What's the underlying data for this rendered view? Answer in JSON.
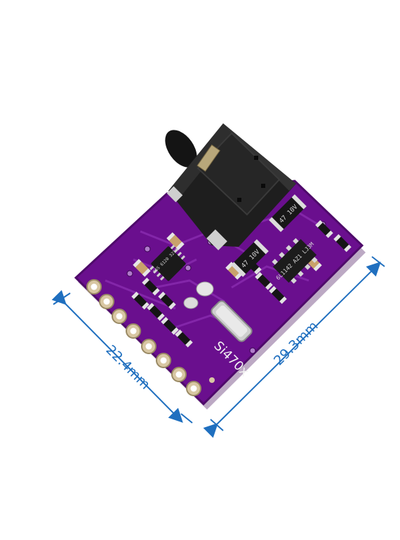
{
  "dimensions": {
    "width_label": "22.4mm",
    "length_label": "29.3mm"
  },
  "board": {
    "silkscreen_label": "Si470x",
    "capacitor_top_label": "47 10V",
    "capacitor_mid_label": "47 10V",
    "regulator_marking": "6L1142 AZ1 LJ3M",
    "small_chip_marking": "G6S 6120 3232"
  },
  "colors": {
    "pcb": "#6a0f8e",
    "pcb_edge": "#4e0a6a",
    "pad_gold": "#d8c7a3",
    "dimension_line": "#1f6fbf",
    "jack_body": "#1b1b1b"
  }
}
